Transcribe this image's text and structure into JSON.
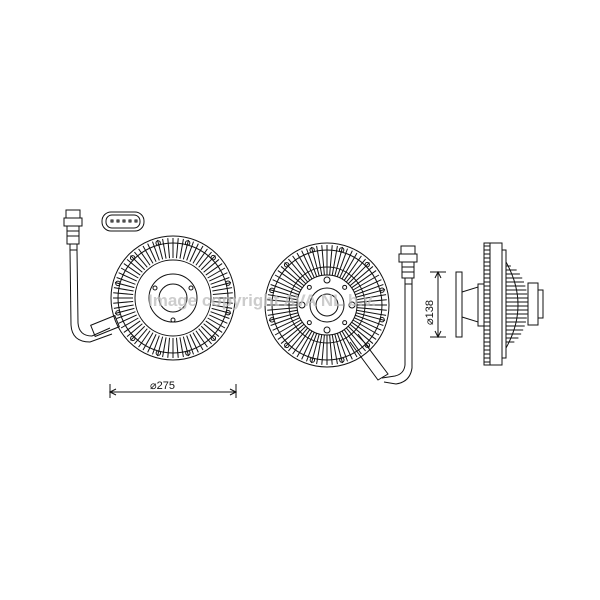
{
  "drawing": {
    "dimension_diameter_outer": "⌀275",
    "dimension_diameter_inner": "⌀138",
    "watermark": "Image copyright AVA NL b.v."
  },
  "colors": {
    "line": "#111111",
    "background": "#ffffff",
    "watermark": "#bbbbbb"
  }
}
